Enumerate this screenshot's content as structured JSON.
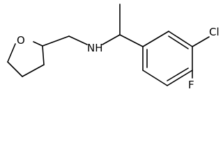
{
  "molecule": {
    "atoms": {
      "oxygen": "O",
      "nitrogen_hydrogen": "NH",
      "chlorine": "Cl",
      "fluorine": "F"
    },
    "bond_color": "#000000",
    "background": "#ffffff"
  }
}
